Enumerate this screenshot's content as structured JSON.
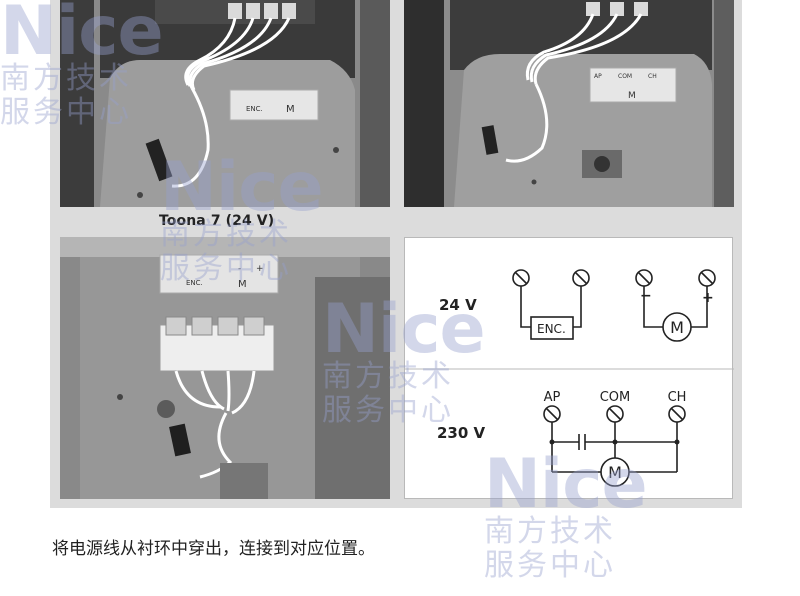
{
  "caption": "Toona 7 (24 V)",
  "instruction": "将电源线从衬环中穿出，连接到对应位置。",
  "photo_top_left": {
    "terminal_labels": [
      "ENC.",
      "M"
    ]
  },
  "photo_top_right": {
    "terminal_labels": [
      "AP",
      "COM",
      "CH",
      "M"
    ]
  },
  "photo_bottom_left": {
    "terminal_labels": [
      "ENC.",
      "M",
      "-",
      "+"
    ]
  },
  "diagram": {
    "row_24v": {
      "voltage_label": "24 V",
      "encoder_label": "ENC.",
      "minus_label": "−",
      "plus_label": "+",
      "motor_label": "M"
    },
    "row_230v": {
      "voltage_label": "230 V",
      "terminal_labels": [
        "AP",
        "COM",
        "CH"
      ],
      "motor_label": "M"
    }
  },
  "watermark": {
    "brand": "Nice",
    "line1": "南方技术",
    "line2": "服务中心"
  },
  "colors": {
    "panel_gray": "#dcdcdc",
    "watermark": "#969fcd",
    "text": "#222222"
  }
}
